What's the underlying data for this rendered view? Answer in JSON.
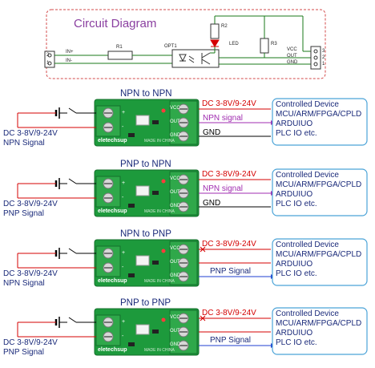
{
  "circuit": {
    "title": "Circuit Diagram",
    "in_plus": "IN+",
    "in_minus": "IN-",
    "r1": "R1",
    "opt1": "OPT1",
    "r2": "R2",
    "led": "LED",
    "r3": "R3",
    "vcc": "VCC",
    "out": "OUT",
    "gnd": "GND",
    "pin2": "2",
    "pin1": "1",
    "pin3": "3",
    "pin2b": "2",
    "pin1b": "1"
  },
  "module": {
    "brand": "eletechsup",
    "made": "MADE IN CHINA",
    "vcc": "VCC",
    "out": "OUT",
    "gnd": "GND",
    "in_plus": "+",
    "in_minus": "-"
  },
  "panels": [
    {
      "heading": "NPN to NPN",
      "supply_label": "DC 3-8V/9-24V",
      "input_label_1": "DC 3-8V/9-24V",
      "input_label_2": "NPN Signal",
      "signal_label": "NPN signal",
      "gnd_label": "GND",
      "device_text": "Controlled Device\nMCU/ARM/FPGA/CPLD\nARDUIUO\nPLC IO etc."
    },
    {
      "heading": "PNP to NPN",
      "supply_label": "DC 3-8V/9-24V",
      "input_label_1": "DC 3-8V/9-24V",
      "input_label_2": "PNP Signal",
      "signal_label": "NPN signal",
      "gnd_label": "GND",
      "device_text": "Controlled Device\nMCU/ARM/FPGA/CPLD\nARDUIUO\nPLC IO etc."
    },
    {
      "heading": "NPN to PNP",
      "supply_label": "DC 3-8V/9-24V",
      "input_label_1": "DC 3-8V/9-24V",
      "input_label_2": "NPN Signal",
      "signal_label": "PNP Signal",
      "gnd_label": "",
      "device_text": "Controlled Device\nMCU/ARM/FPGA/CPLD\nARDUIUO\nPLC IO etc."
    },
    {
      "heading": "PNP to PNP",
      "supply_label": "DC 3-8V/9-24V",
      "input_label_1": "DC 3-8V/9-24V",
      "input_label_2": "PNP Signal",
      "signal_label": "PNP Signal",
      "gnd_label": "",
      "device_text": "Controlled Device\nMCU/ARM/FPGA/CPLD\nARDUIUO\nPLC IO etc."
    }
  ],
  "colors": {
    "board": "#1d9a3c",
    "terminal": "#2fa84a",
    "wire_red": "#d40000",
    "wire_purple": "#a02cb0",
    "wire_blue": "#1f3fd0",
    "device_border": "#4aa3d8"
  }
}
